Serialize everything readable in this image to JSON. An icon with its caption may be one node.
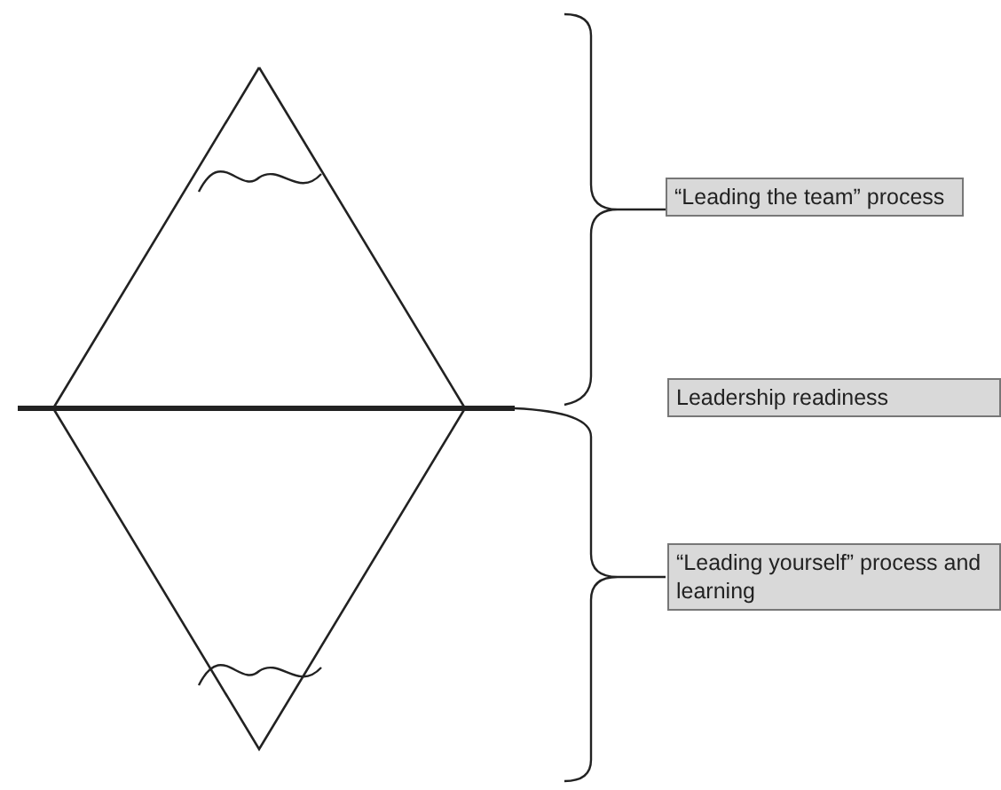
{
  "diagram": {
    "nodes": [
      {
        "text": [
          "“Leading the team” process"
        ]
      },
      {
        "text": [
          "Leadership readiness"
        ]
      },
      {
        "text": [
          "“Leading yourself” process and learning"
        ]
      }
    ]
  }
}
